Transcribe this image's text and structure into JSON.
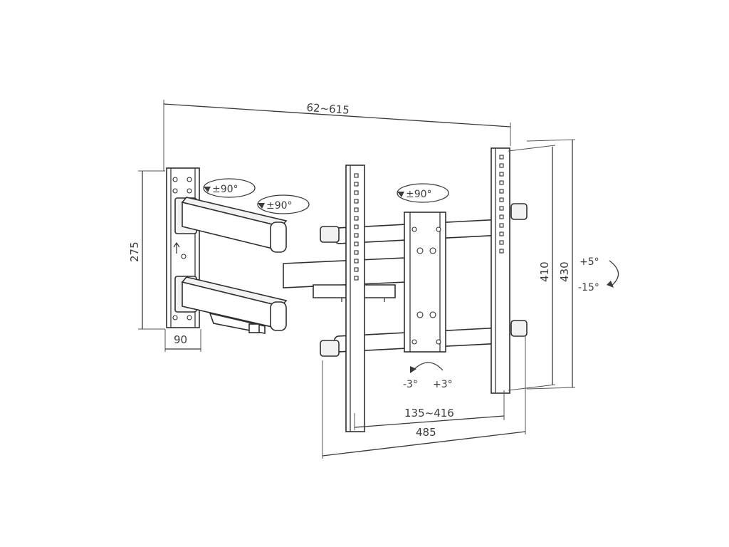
{
  "dimensions": {
    "arm_extension": "62~615",
    "wall_plate_height": "275",
    "wall_plate_depth": "90",
    "inner_vertical": "410",
    "outer_vertical": "430",
    "vesa_horizontal": "135~416",
    "overall_width": "485"
  },
  "rotations": {
    "wall_swivel": "±90°",
    "arm_swivel": "±90°",
    "head_swivel": "±90°",
    "tilt_up": "+5°",
    "tilt_down": "-15°",
    "level_minus": "-3°",
    "level_plus": "+3°"
  },
  "colors": {
    "line": "#3a3a3a",
    "background": "#ffffff"
  }
}
